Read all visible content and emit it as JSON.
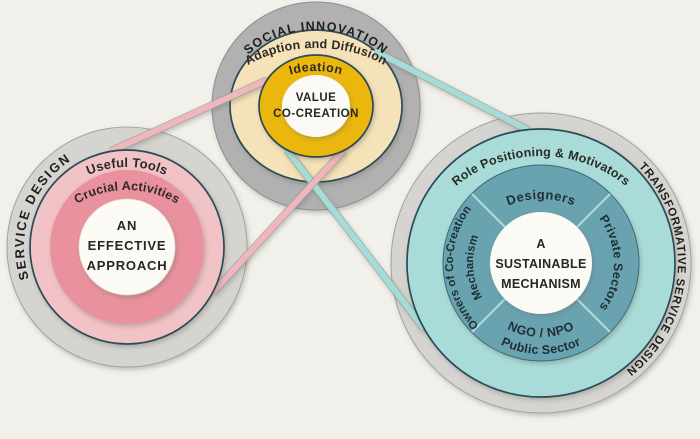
{
  "diagram_title": "Service Design / Social Innovation / Transformative Service Design rings",
  "colors": {
    "background": "#f1f0eb",
    "top_gray": "#b1b1b1",
    "side_gray": "#d5d4d0",
    "cream": "#f5e2b8",
    "gold": "#ebb708",
    "light_pink": "#f1c2c6",
    "dark_pink": "#e9929d",
    "light_teal": "#a9dcd9",
    "dark_teal": "#69a3b0",
    "white_center": "#fcfaf5",
    "navy_border": "#2b4b58",
    "pink_line": "#efb7bd",
    "teal_line": "#a6dcd8"
  },
  "top_circle": {
    "outer_label": "SOCIAL INNOVATION",
    "ring1_label": "Adaption and Diffusion",
    "ring2_label": "Ideation",
    "center": {
      "line1": "VALUE",
      "line2": "CO-CREATION"
    }
  },
  "left_circle": {
    "outer_label": "SERVICE DESIGN",
    "ring1_label": "Useful Tools",
    "ring2_label": "Crucial Activities",
    "center": {
      "line1": "AN",
      "line2": "EFFECTIVE",
      "line3": "APPROACH"
    }
  },
  "right_circle": {
    "outer_label": "TRANSFORMATIVE SERVICE DESIGN",
    "ring1_label": "Role Positioning & Motivators",
    "segment_top": "Designers",
    "segment_right": "Private Sectors",
    "segment_bottom_line1": "NGO / NPO",
    "segment_bottom_line2": "Public Sector",
    "segment_left_line1": "Owners of Co-Creation",
    "segment_left_line2": "Mechanism",
    "center": {
      "line1": "A",
      "line2": "SUSTAINABLE",
      "line3": "MECHANISM"
    }
  },
  "connectors": [
    {
      "id": "teal-line-1",
      "color_key": "teal_line",
      "from": "Adaption and Diffusion",
      "to": "Role Positioning & Motivators"
    },
    {
      "id": "teal-line-2",
      "color_key": "teal_line",
      "from": "Ideation",
      "to": "Role Positioning & Motivators"
    },
    {
      "id": "pink-line-1",
      "color_key": "pink_line",
      "from": "Useful Tools",
      "to": "Ideation"
    },
    {
      "id": "pink-line-2",
      "color_key": "pink_line",
      "from": "Ideation",
      "to": "Crucial Activities"
    }
  ]
}
